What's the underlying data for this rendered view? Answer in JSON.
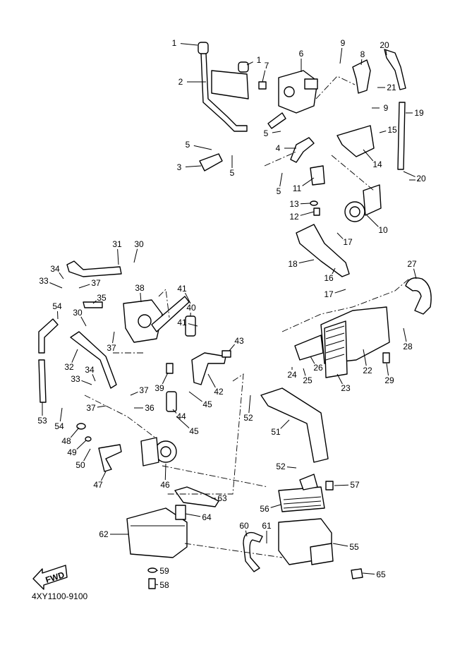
{
  "diagram_code": "4XY1100-9100",
  "fwd_label": "FWD",
  "line_color": "#000000",
  "background": "#ffffff",
  "callouts": [
    "1",
    "1",
    "2",
    "3",
    "4",
    "5",
    "5",
    "5",
    "5",
    "6",
    "7",
    "8",
    "9",
    "9",
    "10",
    "11",
    "12",
    "13",
    "14",
    "15",
    "16",
    "17",
    "17",
    "18",
    "19",
    "20",
    "20",
    "21",
    "22",
    "23",
    "24",
    "25",
    "26",
    "27",
    "28",
    "29",
    "30",
    "30",
    "31",
    "32",
    "33",
    "33",
    "34",
    "34",
    "35",
    "36",
    "37",
    "37",
    "37",
    "37",
    "38",
    "39",
    "40",
    "41",
    "41",
    "42",
    "43",
    "44",
    "45",
    "45",
    "46",
    "47",
    "48",
    "49",
    "50",
    "51",
    "52",
    "52",
    "53",
    "54",
    "54",
    "55",
    "56",
    "57",
    "58",
    "59",
    "60",
    "61",
    "62",
    "63",
    "64",
    "65"
  ]
}
